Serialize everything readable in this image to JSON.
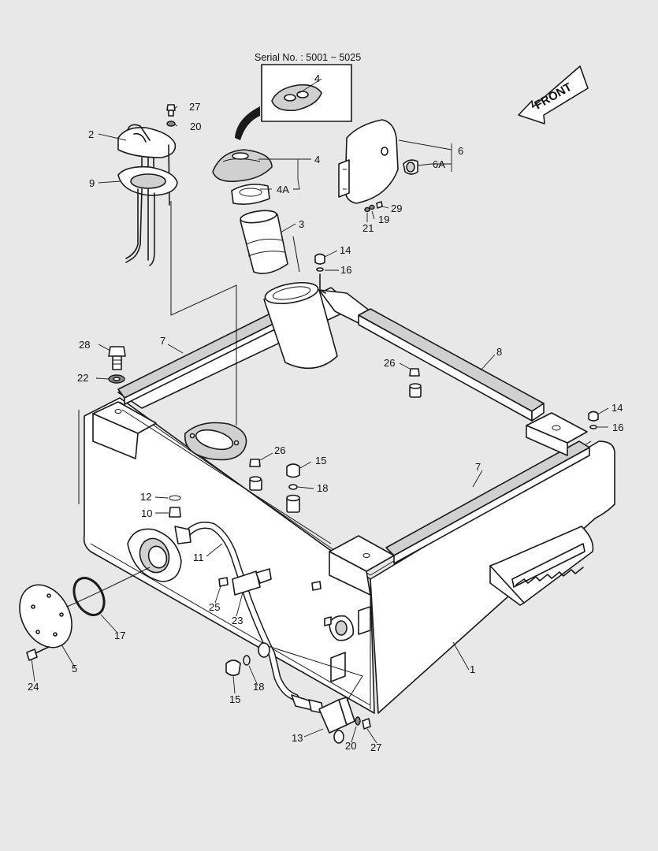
{
  "serial_note": "Serial No. : 5001 ~ 5025",
  "front_label": "FRONT",
  "callouts": [
    {
      "id": "c-4-inset",
      "text": "4"
    },
    {
      "id": "c-27-top",
      "text": "27"
    },
    {
      "id": "c-20-top",
      "text": "20"
    },
    {
      "id": "c-2",
      "text": "2"
    },
    {
      "id": "c-9",
      "text": "9"
    },
    {
      "id": "c-4",
      "text": "4"
    },
    {
      "id": "c-4A",
      "text": "4A"
    },
    {
      "id": "c-3",
      "text": "3"
    },
    {
      "id": "c-6",
      "text": "6"
    },
    {
      "id": "c-6A",
      "text": "6A"
    },
    {
      "id": "c-29",
      "text": "29"
    },
    {
      "id": "c-21",
      "text": "21"
    },
    {
      "id": "c-19",
      "text": "19"
    },
    {
      "id": "c-14-top",
      "text": "14"
    },
    {
      "id": "c-16-top",
      "text": "16"
    },
    {
      "id": "c-28",
      "text": "28"
    },
    {
      "id": "c-7-left",
      "text": "7"
    },
    {
      "id": "c-8",
      "text": "8"
    },
    {
      "id": "c-22",
      "text": "22"
    },
    {
      "id": "c-26-right",
      "text": "26"
    },
    {
      "id": "c-14-right",
      "text": "14"
    },
    {
      "id": "c-16-right",
      "text": "16"
    },
    {
      "id": "c-26-mid",
      "text": "26"
    },
    {
      "id": "c-15-mid",
      "text": "15"
    },
    {
      "id": "c-7-right",
      "text": "7"
    },
    {
      "id": "c-18-mid",
      "text": "18"
    },
    {
      "id": "c-12",
      "text": "12"
    },
    {
      "id": "c-10",
      "text": "10"
    },
    {
      "id": "c-11",
      "text": "11"
    },
    {
      "id": "c-25",
      "text": "25"
    },
    {
      "id": "c-23",
      "text": "23"
    },
    {
      "id": "c-17",
      "text": "17"
    },
    {
      "id": "c-1",
      "text": "1"
    },
    {
      "id": "c-5",
      "text": "5"
    },
    {
      "id": "c-24",
      "text": "24"
    },
    {
      "id": "c-15-low",
      "text": "15"
    },
    {
      "id": "c-18-low",
      "text": "18"
    },
    {
      "id": "c-13",
      "text": "13"
    },
    {
      "id": "c-20-low",
      "text": "20"
    },
    {
      "id": "c-27-low",
      "text": "27"
    }
  ]
}
